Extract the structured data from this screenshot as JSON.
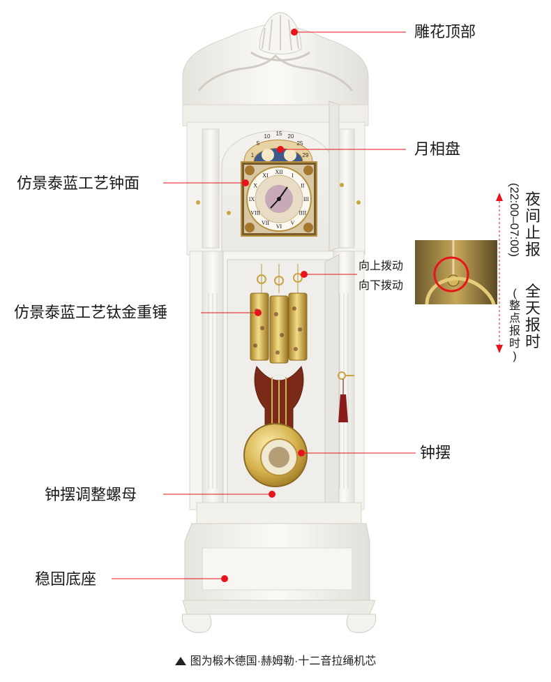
{
  "labels": {
    "carved_top": "雕花顶部",
    "moon_dial": "月相盘",
    "dial_face": "仿景泰蓝工艺钟面",
    "weights": "仿景泰蓝工艺钛金重锤",
    "pendulum": "钟摆",
    "pendulum_nut": "钟摆调整螺母",
    "base": "稳固底座",
    "lever_up": "向上拨动",
    "lever_down": "向下拨动"
  },
  "side_note": {
    "night_silent": "夜间止报",
    "night_hours": "(22:00–07:00)",
    "all_day": "全天报时",
    "hourly": "(整点报时)"
  },
  "caption": "图为椴木德国·赫姆勒·十二音拉绳机芯",
  "dial_numerals": [
    "XII",
    "I",
    "II",
    "III",
    "IIII",
    "V",
    "VI",
    "VII",
    "VIII",
    "IX",
    "X",
    "XI"
  ],
  "moon_numbers": [
    "1",
    "5",
    "10",
    "15",
    "20",
    "25",
    "29"
  ],
  "colors": {
    "accent_red": "#e8141b",
    "cabinet_white": "#f5f4f0",
    "gold": "#c9a540",
    "wood": "#7a2a17"
  }
}
